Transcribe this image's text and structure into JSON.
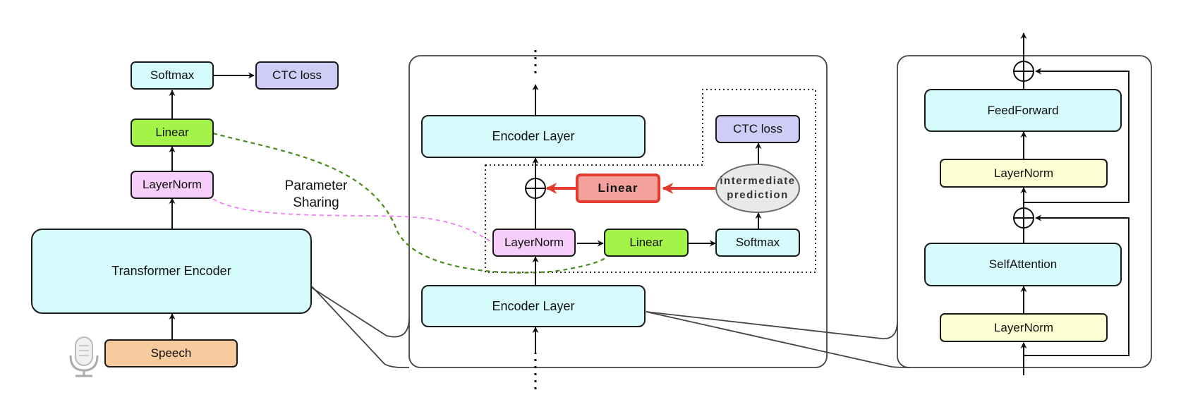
{
  "left": {
    "softmax": "Softmax",
    "ctc_loss": "CTC loss",
    "linear": "Linear",
    "layernorm": "LayerNorm",
    "transformer_encoder": "Transformer Encoder",
    "speech": "Speech"
  },
  "annotation": {
    "parameter": "Parameter",
    "sharing": "Sharing"
  },
  "middle": {
    "encoder_layer_top": "Encoder Layer",
    "encoder_layer_bottom": "Encoder Layer",
    "ctc_loss": "CTC loss",
    "linear_red": "Linear",
    "intermediate_line1": "intermediate",
    "intermediate_line2": "prediction",
    "layernorm": "LayerNorm",
    "linear": "Linear",
    "softmax": "Softmax"
  },
  "right": {
    "feedforward": "FeedForward",
    "layernorm_top": "LayerNorm",
    "selfattention": "SelfAttention",
    "layernorm_bottom": "LayerNorm"
  },
  "colors": {
    "cyan": "#d5fbfd",
    "lavender": "#cfcdf6",
    "green": "#a4f349",
    "pink": "#f7cdfa",
    "orange": "#f7cb9d",
    "yellow": "#fdfdd2",
    "red_fill": "#f2a09c",
    "red_stroke": "#e53a2e",
    "dashed_green": "#4b8a1e",
    "dashed_pink": "#f07cf2"
  }
}
